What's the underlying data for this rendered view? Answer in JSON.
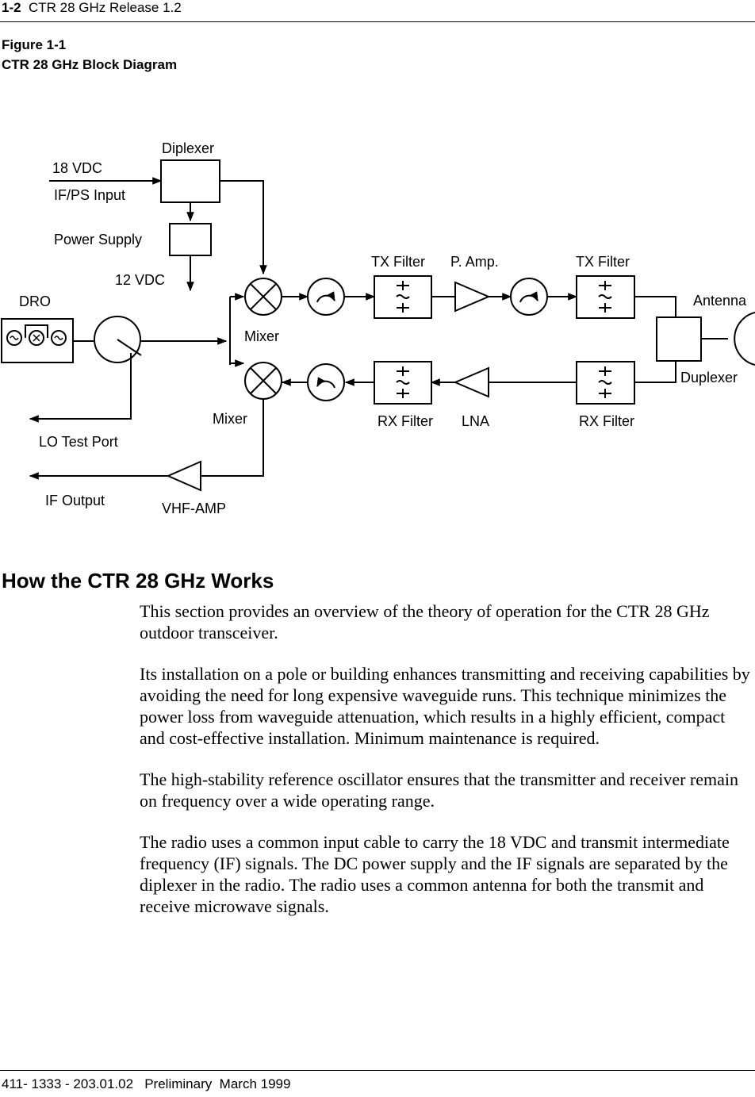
{
  "header": {
    "page_number": "1-2",
    "title": "CTR 28 GHz Release 1.2"
  },
  "figure": {
    "number": "Figure 1-1",
    "title": "CTR 28 GHz Block Diagram"
  },
  "diagram": {
    "labels": {
      "diplexer": "Diplexer",
      "vdc18": "18 VDC",
      "ifps_input": "IF/PS Input",
      "power_supply": "Power Supply",
      "vdc12": "12 VDC",
      "dro": "DRO",
      "tx_filter_1": "TX Filter",
      "p_amp": "P. Amp.",
      "tx_filter_2": "TX Filter",
      "antenna": "Antenna",
      "mixer_tx": "Mixer",
      "duplexer": "Duplexer",
      "mixer_rx": "Mixer",
      "rx_filter_1": "RX Filter",
      "lna": "LNA",
      "rx_filter_2": "RX Filter",
      "lo_test_port": "LO Test Port",
      "if_output": "IF Output",
      "vhf_amp": "VHF-AMP"
    }
  },
  "section": {
    "heading": "How the CTR 28 GHz Works",
    "paragraphs": [
      "This section provides an overview of the theory of operation for the CTR 28 GHz outdoor transceiver.",
      "Its installation on a pole or building enhances transmitting and receiving capabilities by avoiding the need for long expensive waveguide runs. This technique minimizes the power loss from waveguide attenuation, which results in a highly efficient, compact and cost-effective installation. Minimum maintenance is required.",
      "The high-stability reference oscillator ensures that the transmitter and receiver remain on frequency over a wide operating range.",
      "The radio uses a common input cable to carry the 18 VDC and transmit intermediate frequency (IF) signals. The DC power supply and the IF signals are separated by the diplexer in the radio. The radio uses a common antenna for both the transmit and receive microwave signals."
    ]
  },
  "footer": {
    "text": "411- 1333 - 203.01.02   Preliminary  March 1999"
  }
}
